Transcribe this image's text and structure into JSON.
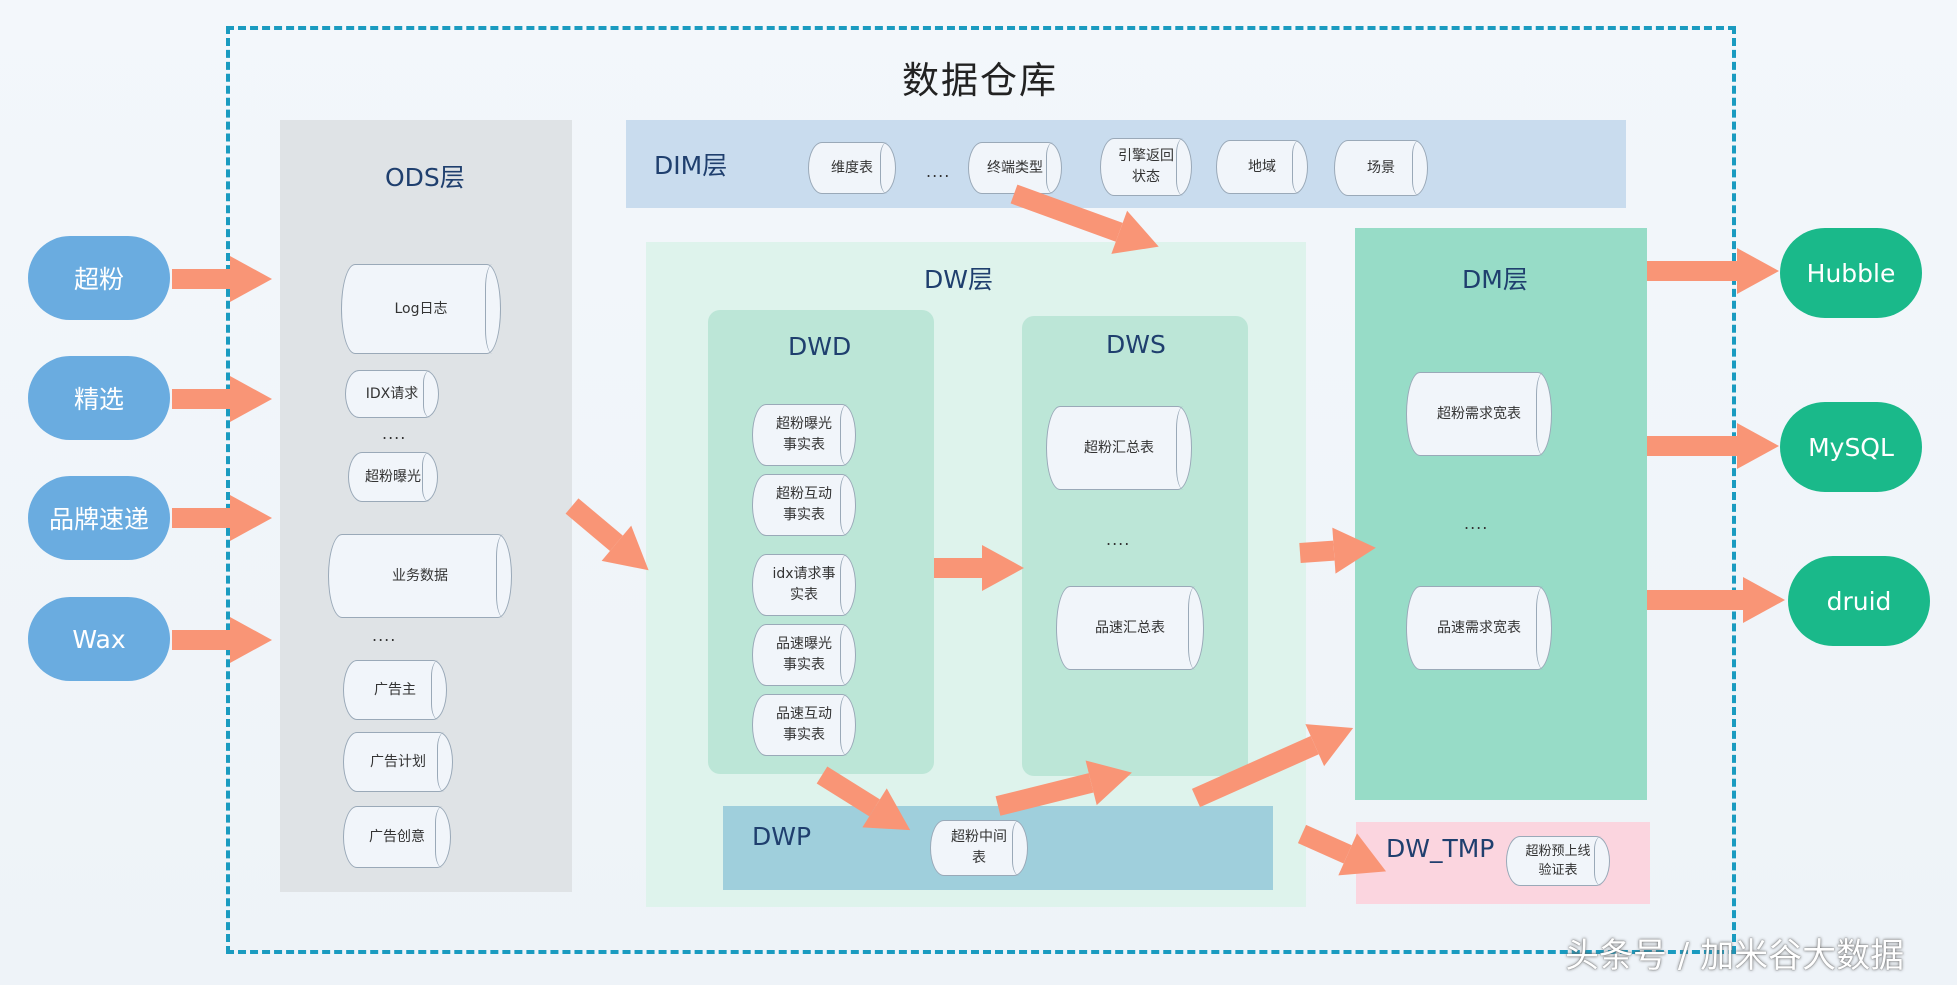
{
  "title": "数据仓库",
  "sources": [
    "超粉",
    "精选",
    "品牌速递",
    "Wax"
  ],
  "ods": {
    "title": "ODS层",
    "log": "Log日志",
    "idx": "IDX请求",
    "dots1": "....",
    "exposure": "超粉曝光",
    "business": "业务数据",
    "dots2": "....",
    "advertiser": "广告主",
    "plan": "广告计划",
    "creative": "广告创意"
  },
  "dim": {
    "title": "DIM层",
    "dimension": "维度表",
    "dots": "....",
    "terminal": "终端类型",
    "engine": "引擎返回\n状态",
    "region": "地域",
    "scene": "场景"
  },
  "dw": {
    "title": "DW层"
  },
  "dwd": {
    "title": "DWD",
    "items": [
      "超粉曝光\n事实表",
      "超粉互动\n事实表",
      "idx请求事\n实表",
      "品速曝光\n事实表",
      "品速互动\n事实表"
    ]
  },
  "dws": {
    "title": "DWS",
    "chaofen": "超粉汇总表",
    "dots": "....",
    "pinsu": "品速汇总表"
  },
  "dwp": {
    "title": "DWP",
    "mid": "超粉中间\n表"
  },
  "dm": {
    "title": "DM层",
    "chaofen": "超粉需求宽表",
    "dots": "....",
    "pinsu": "品速需求宽表"
  },
  "dwtmp": {
    "title": "DW_TMP",
    "item": "超粉预上线\n验证表"
  },
  "outputs": [
    "Hubble",
    "MySQL",
    "druid"
  ],
  "watermark": "头条号 / 加米谷大数据",
  "colors": {
    "source": "#6aace0",
    "output": "#1ab98a",
    "arrow": "#f99576",
    "border": "#1a9bc0"
  }
}
